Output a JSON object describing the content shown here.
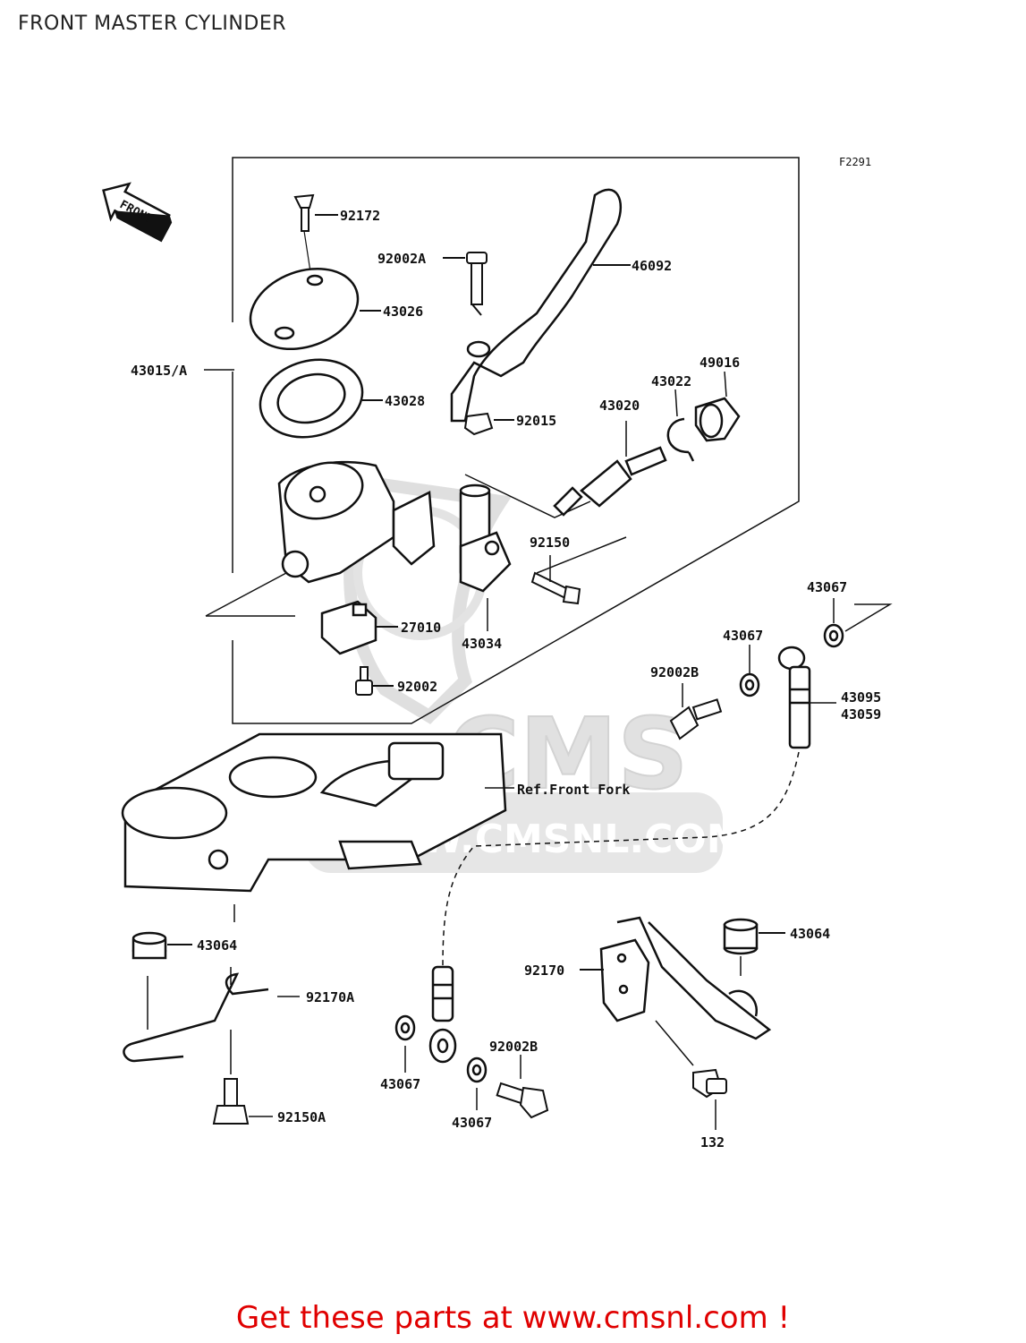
{
  "page": {
    "title": "FRONT MASTER CYLINDER"
  },
  "diagram": {
    "code": "F2291",
    "direction_label": "FRONT",
    "reference_label": "Ref.Front Fork",
    "watermark": {
      "brand": "CMS",
      "url": "WWW.CMSNL.COM"
    },
    "parts": {
      "p92172": "92172",
      "p92002A": "92002A",
      "p46092": "46092",
      "p43026": "43026",
      "p43015A": "43015/A",
      "p43028": "43028",
      "p43022": "43022",
      "p49016": "49016",
      "p43020": "43020",
      "p92015": "92015",
      "p92150": "92150",
      "p27010": "27010",
      "p43034": "43034",
      "p92002": "92002",
      "p43067_top": "43067",
      "p43067_mid": "43067",
      "p92002B_top": "92002B",
      "p43095": "43095",
      "p43059": "43059",
      "p43064_left": "43064",
      "p92170A": "92170A",
      "p92150A": "92150A",
      "p43067_low1": "43067",
      "p92002B_low": "92002B",
      "p43067_low2": "43067",
      "p92170": "92170",
      "p43064_right": "43064",
      "p132": "132"
    }
  },
  "footer": {
    "promo": "Get these parts at www.cmsnl.com !"
  },
  "colors": {
    "promo": "#e00000",
    "line": "#111111",
    "watermark": "#d8d8d8"
  }
}
